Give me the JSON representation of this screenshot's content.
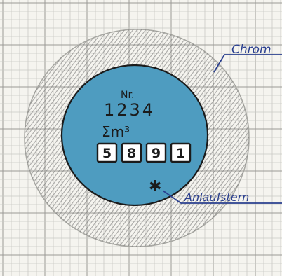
{
  "sketch": {
    "labels": {
      "chrome": "Chrom",
      "anlaufstern": "Anlaufstern"
    },
    "meter": {
      "nr_label": "Nr.",
      "number": "1234",
      "unit": "Σm³",
      "digits": [
        "5",
        "8",
        "9",
        "1"
      ],
      "star": "✱"
    },
    "colors": {
      "paper": "#f5f4ef",
      "grid": "#c9c9c4",
      "grid_major": "#9a9a96",
      "dial_blue": "#4e9cc0",
      "annotation_blue": "#2a3f8f",
      "ink": "#1b1b1b",
      "hatch": "#6f6f6f"
    }
  }
}
